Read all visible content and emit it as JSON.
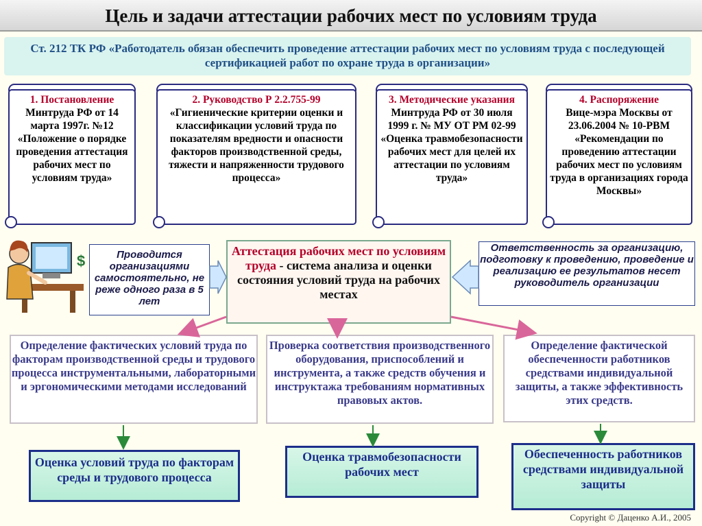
{
  "title": "Цель и задачи аттестации рабочих мест по условиям труда",
  "law_text": "Ст. 212 ТК РФ «Работодатель обязан обеспечить проведение аттестации рабочих мест по условиям труда с последующей сертификацией работ по охране труда в организации»",
  "documents": [
    {
      "heading": "1. Постановление",
      "body": "Минтруда РФ от 14 марта 1997г. №12 «Положение о порядке проведения аттестация рабочих мест по условиям труда»"
    },
    {
      "heading": "2. Руководство  Р 2.2.755-99",
      "body": "«Гигиенические критерии оценки и классификации условий труда по показателям вредности и опасности факторов производственной среды, тяжести и напряженности трудового процесса»"
    },
    {
      "heading": "3. Методические указания",
      "body": "Минтруда РФ от  30 июля 1999 г. № МУ ОТ РМ 02-99 «Оценка травмобезопасности рабочих мест для целей их аттестации по условиям труда»"
    },
    {
      "heading": "4. Распоряжение",
      "body": "Вице-мэра Москвы от 23.06.2004  № 10-РВМ «Рекомендации по проведению аттестации рабочих мест по условиям труда в организациях  города Москвы»"
    }
  ],
  "left_note": "Проводится организациями самостоятельно, не реже одного раза в 5 лет",
  "center": {
    "highlight": "Аттестация рабочих мест по условиям труда",
    "rest": " - система анализа и оценки состояния условий труда на рабочих местах"
  },
  "right_note": "Ответственность за организацию, подготовку к проведению, проведение и реализацию ее результатов несет руководитель организации",
  "tasks": [
    "Определение фактических условий труда по факторам производственной среды и трудового процесса инструментальными, лабораторными и эргономическими методами исследований",
    "Проверка соответствия производственного оборудования, приспособлений и инструмента, а также средств обучения и инструктажа требованиям нормативных правовых актов.",
    "Определение фактической обеспеченности работников средствами индивидуальной защиты, а также эффективность этих средств."
  ],
  "results": [
    "Оценка условий труда по факторам среды и трудового процесса",
    "Оценка травмобезопасности рабочих мест",
    "Обеспеченность работников средствами индивидуальной защиты"
  ],
  "copyright": "Copyright © Даценко А.И., 2005",
  "colors": {
    "accent_red": "#b4002a",
    "navy": "#1c2e8a",
    "arrow_pink": "#d9669a",
    "arrow_green": "#2a8a3a"
  },
  "icons": [
    "worker-at-computer-icon",
    "dollar-icon"
  ]
}
